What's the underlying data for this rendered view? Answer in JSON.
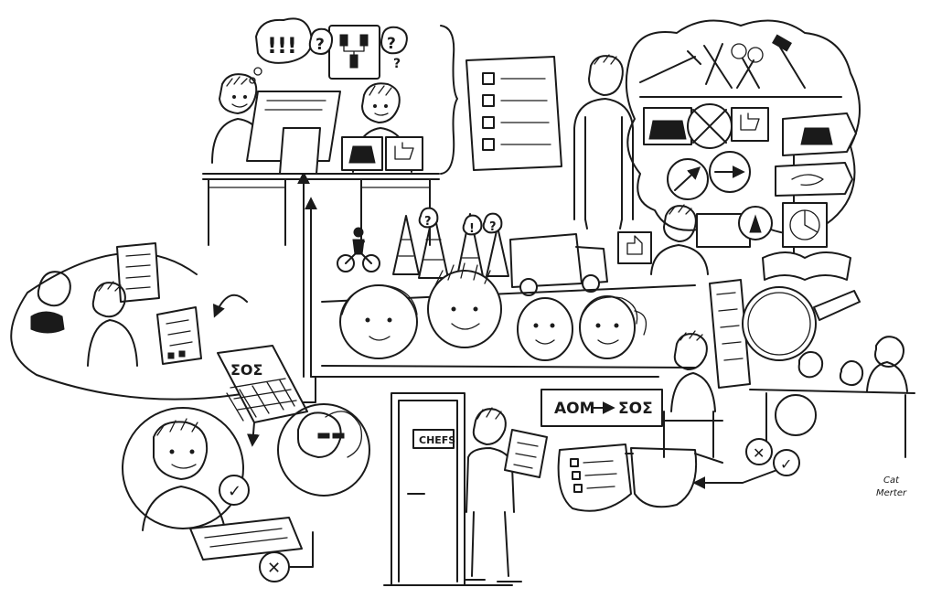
{
  "labels": {
    "door_sign": "CHEFS",
    "sign_flow_from": "AOM",
    "sign_flow_to": "ΣOΣ",
    "poster_title": "ΣOΣ",
    "bubble_exclaim": "!!!",
    "question_mark": "?",
    "exclaim_mark": "!",
    "check_mark": "✓",
    "cross_mark": "✕"
  },
  "signature": {
    "line1": "Cat",
    "line2": "Merter"
  }
}
